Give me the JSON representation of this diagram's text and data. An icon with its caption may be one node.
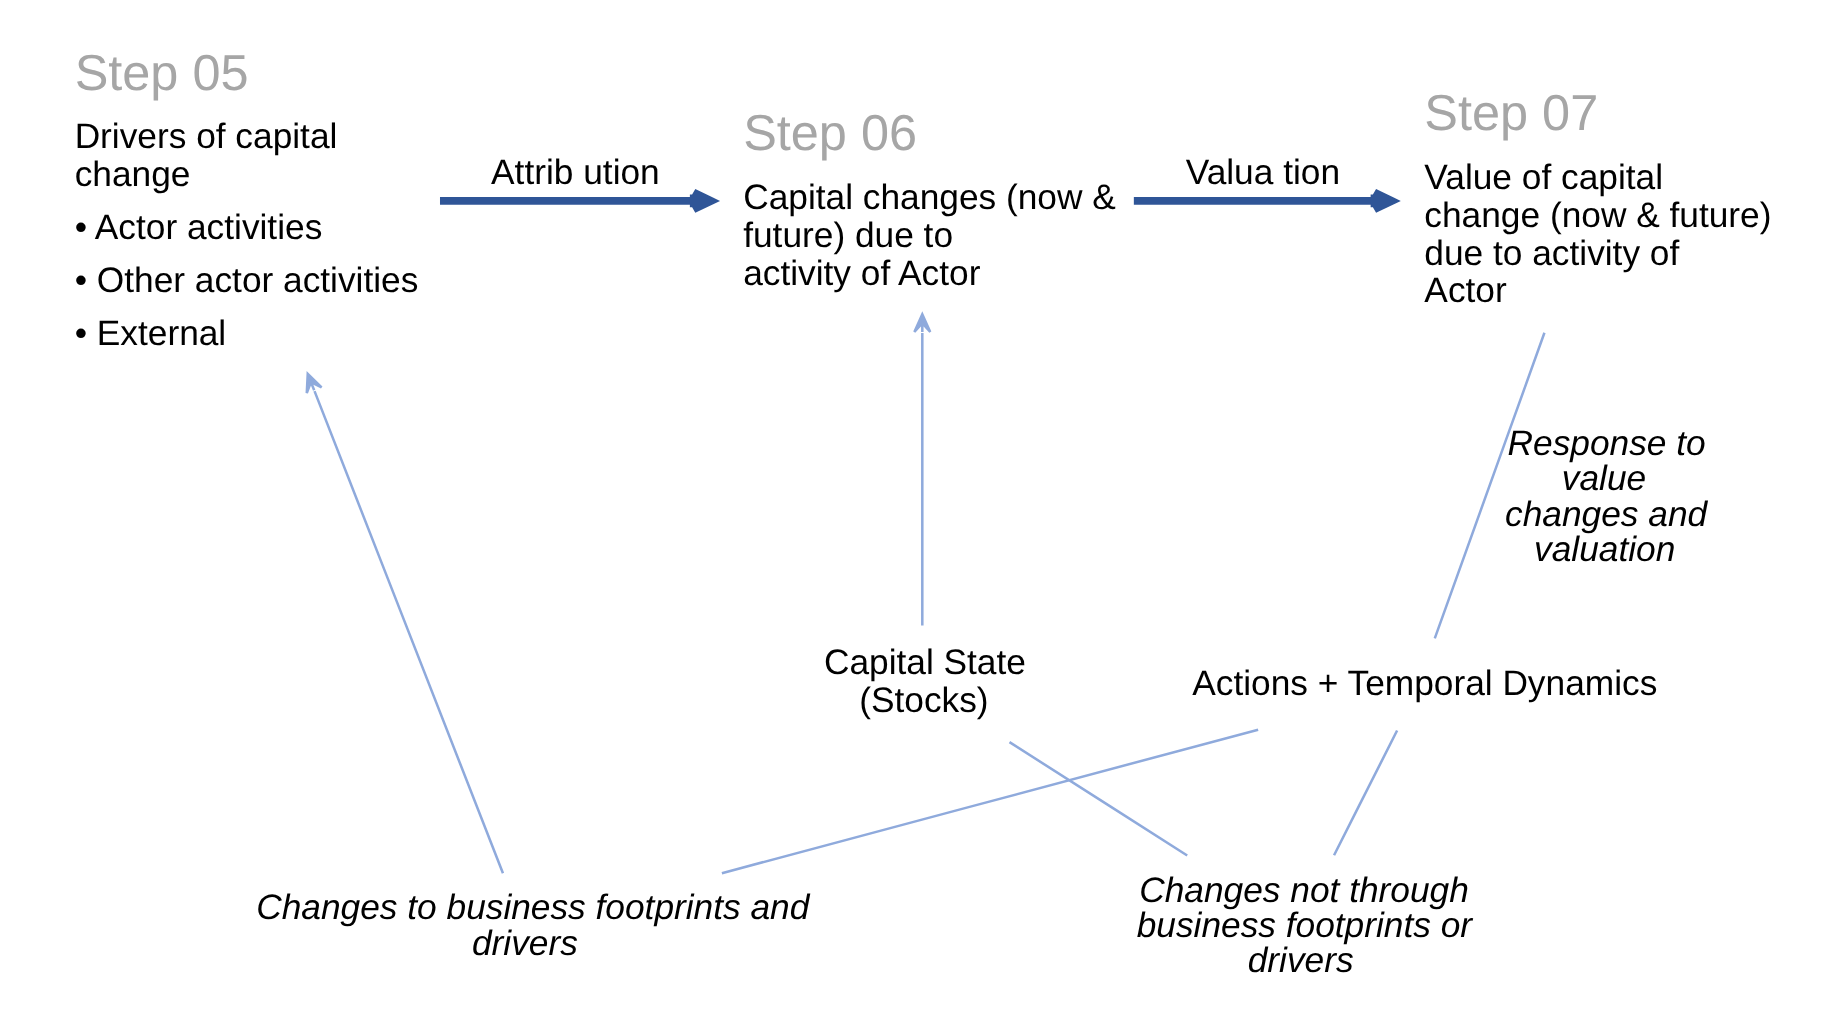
{
  "diagram": {
    "nodes": [
      {
        "text": [
          "Step 05",
          "Drivers of capital change",
          "• Actor activities",
          "• Other actor activities",
          "• External"
        ]
      },
      {
        "text": [
          "Step 06",
          "Capital changes (now & future) due to activity of Actor"
        ]
      },
      {
        "text": [
          "Step 07",
          "Value of capital change (now & future) due to activity of Actor"
        ]
      },
      {
        "text": [
          "Capital State (Stocks)"
        ]
      },
      {
        "text": [
          "Actions + Temporal Dynamics"
        ]
      },
      {
        "text": [
          "Changes not through business footprints or drivers"
        ]
      },
      {
        "text": [
          "Changes to business footprints and drivers"
        ]
      }
    ],
    "edges": [
      {
        "from": 0,
        "to": 1,
        "arrow": "to",
        "label": "Attrib ution",
        "style": "thick",
        "color": "#2f5597"
      },
      {
        "from": 1,
        "to": 2,
        "arrow": "to",
        "label": "Valua tion",
        "style": "thick",
        "color": "#2f5597"
      },
      {
        "from": 2,
        "to": 4,
        "arrow": "none",
        "label": "Response to value changes and valuation"
      },
      {
        "from": 4,
        "to": 5,
        "arrow": "none"
      },
      {
        "from": 5,
        "to": 3,
        "arrow": "none"
      },
      {
        "from": 3,
        "to": 1,
        "arrow": "to"
      },
      {
        "from": 4,
        "to": 6,
        "arrow": "none"
      },
      {
        "from": 6,
        "to": 0,
        "arrow": "to"
      }
    ]
  }
}
